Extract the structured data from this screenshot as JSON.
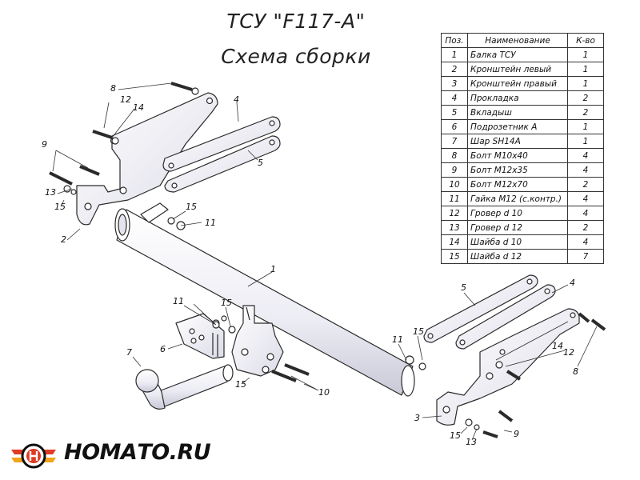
{
  "title_line1": "ТСУ \"F117-A\"",
  "title_line2": "Схема сборки",
  "table": {
    "headers": [
      "Поз.",
      "Наименование",
      "К-во"
    ],
    "rows": [
      [
        "1",
        "Балка ТСУ",
        "1"
      ],
      [
        "2",
        "Кронштейн левый",
        "1"
      ],
      [
        "3",
        "Кронштейн правый",
        "1"
      ],
      [
        "4",
        "Прокладка",
        "2"
      ],
      [
        "5",
        "Вкладыш",
        "2"
      ],
      [
        "6",
        "Подрозетник А",
        "1"
      ],
      [
        "7",
        "Шар SH14А",
        "1"
      ],
      [
        "8",
        "Болт М10х40",
        "4"
      ],
      [
        "9",
        "Болт М12х35",
        "4"
      ],
      [
        "10",
        "Болт М12х70",
        "2"
      ],
      [
        "11",
        "Гайка М12 (с.контр.)",
        "4"
      ],
      [
        "12",
        "Гровер d 10",
        "4"
      ],
      [
        "13",
        "Гровер d 12",
        "2"
      ],
      [
        "14",
        "Шайба d 10",
        "4"
      ],
      [
        "15",
        "Шайба d 12",
        "7"
      ]
    ]
  },
  "callouts": {
    "c1": "1",
    "c2": "2",
    "c3": "3",
    "c4a": "4",
    "c4b": "4",
    "c5a": "5",
    "c5b": "5",
    "c6": "6",
    "c7": "7",
    "c8a": "8",
    "c8b": "8",
    "c9a": "9",
    "c9b": "9",
    "c10": "10",
    "c11a": "11",
    "c11b": "11",
    "c11c": "11",
    "c12a": "12",
    "c12b": "12",
    "c13a": "13",
    "c13b": "13",
    "c14a": "14",
    "c14b": "14",
    "c15a": "15",
    "c15b": "15",
    "c15c": "15",
    "c15d": "15",
    "c15e": "15",
    "c15f": "15"
  },
  "logo": {
    "text": "НОМАТО.RU",
    "colors": {
      "red": "#e03a24",
      "orange": "#f2a31b",
      "dark": "#111111"
    }
  },
  "colors": {
    "line": "#2a2a2a",
    "part_fill": "#ffffff",
    "shade": "#d9d9e6"
  }
}
